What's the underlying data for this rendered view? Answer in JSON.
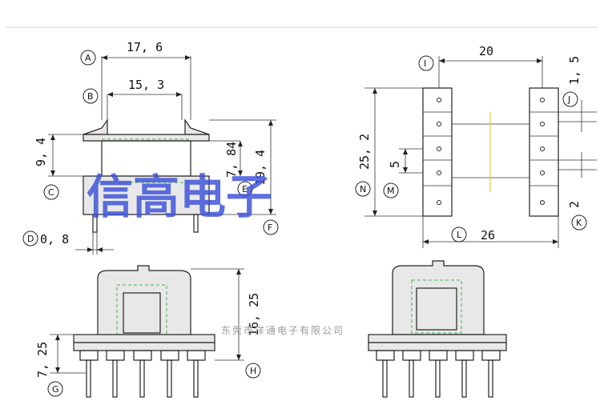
{
  "dimensions": {
    "d17_6": "17, 6",
    "d15_3": "15, 3",
    "d9_4": "9, 4",
    "d7_84": "7, 84",
    "d19_4": "19, 4",
    "d0_8": "0, 8",
    "d20": "20",
    "d1_5": "1, 5",
    "d25_2": "25, 2",
    "d5": "5",
    "d2": "2",
    "d26": "26",
    "d16_25": "16, 25",
    "d7_25": "7, 25"
  },
  "callouts": {
    "A": "A",
    "B": "B",
    "C": "C",
    "D": "D",
    "E": "E",
    "F": "F",
    "G": "G",
    "H": "H",
    "I": "I",
    "J": "J",
    "K": "K",
    "L": "L",
    "M": "M",
    "N": "N"
  },
  "watermark": "信高电子",
  "company": "东莞市洋通电子有限公司",
  "colors": {
    "line": "#222222",
    "core_outline": "#3cb34a",
    "watermark": "#3b4fd8"
  }
}
